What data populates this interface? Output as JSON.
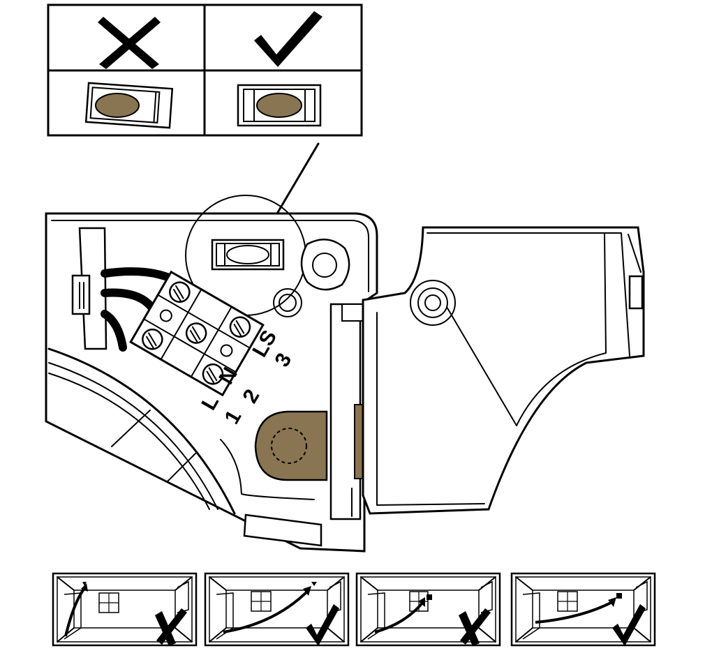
{
  "colors": {
    "line": "#000000",
    "background": "#ffffff",
    "bubble": "#8a7552"
  },
  "terminals": [
    {
      "letter": "L",
      "number": "1"
    },
    {
      "letter": "N",
      "number": "2"
    },
    {
      "letter": "LS",
      "number": "3"
    }
  ],
  "icons": {
    "wrong": "cross-icon",
    "right": "check-icon"
  },
  "placement_panels": [
    {
      "result": "wrong",
      "sensor": "ceiling"
    },
    {
      "result": "right",
      "sensor": "ceiling"
    },
    {
      "result": "wrong",
      "sensor": "wall"
    },
    {
      "result": "right",
      "sensor": "wall"
    }
  ]
}
